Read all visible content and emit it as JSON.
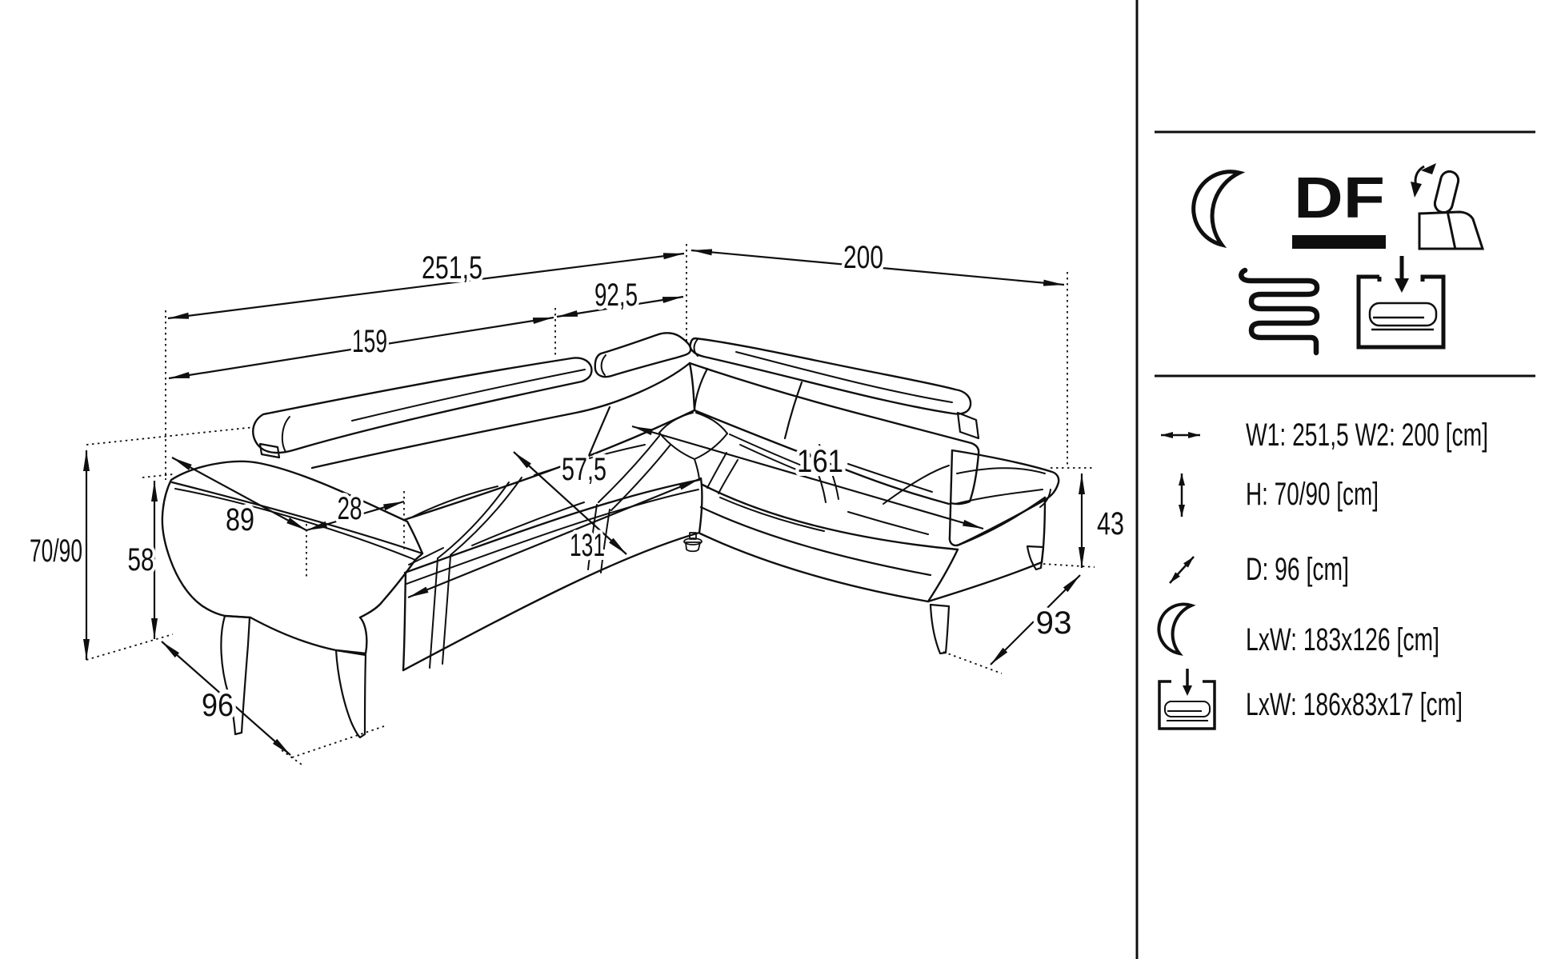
{
  "colors": {
    "ink": "#0f0f0f",
    "background": "#ffffff"
  },
  "diagram": {
    "description": "corner-sofa-dimension-line-drawing",
    "unit": "cm",
    "dims": {
      "w1": "251,5",
      "w2": "200",
      "back_left": "159",
      "back_right": "92,5",
      "seat_depth": "57,5",
      "chaise_cushion": "161",
      "seat_width": "131",
      "armrest_length": "89",
      "armrest_width": "28",
      "total_height": "70/90",
      "armrest_height": "58",
      "depth": "96",
      "chaise_depth": "93",
      "chaise_seat_height": "43"
    }
  },
  "panel": {
    "feature_icons": [
      {
        "icon": "moon-icon",
        "meaning": "sleep-function"
      },
      {
        "icon": "df-label",
        "label": "DF"
      },
      {
        "icon": "backrest-adjust-icon",
        "meaning": "adjustable-headrest"
      },
      {
        "icon": "spring-icon",
        "meaning": "spring-suspension"
      },
      {
        "icon": "storage-icon",
        "meaning": "bedding-storage"
      }
    ],
    "df_label": "DF",
    "specs": [
      {
        "icon": "width-arrow-icon",
        "text": "W1: 251,5 W2: 200 [cm]"
      },
      {
        "icon": "height-arrow-icon",
        "text": "H: 70/90 [cm]"
      },
      {
        "icon": "depth-arrow-icon",
        "text": "D: 96 [cm]"
      },
      {
        "icon": "moon-icon",
        "text": "LxW: 183x126 [cm]"
      },
      {
        "icon": "storage-icon",
        "text": "LxW: 186x83x17 [cm]"
      }
    ]
  }
}
